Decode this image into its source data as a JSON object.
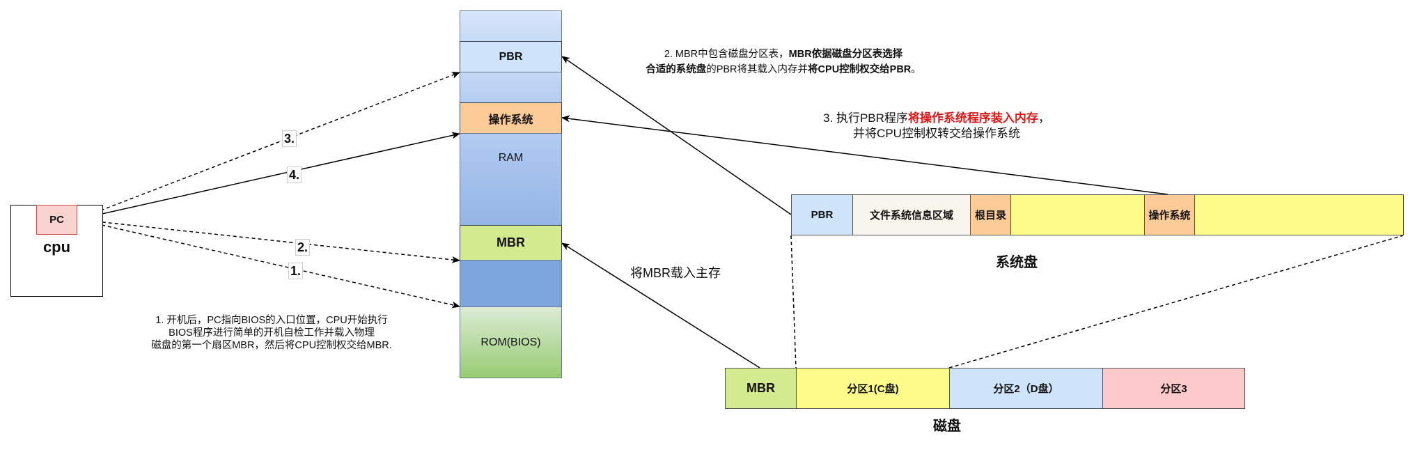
{
  "cpu": {
    "label": "cpu",
    "pc_label": "PC"
  },
  "memory": {
    "pbr": "PBR",
    "os": "操作系统",
    "ram": "RAM",
    "mbr": "MBR",
    "rom": "ROM(BIOS)"
  },
  "steps": {
    "s1": "1.",
    "s2": "2.",
    "s3": "3.",
    "s4": "4."
  },
  "captions": {
    "step1": [
      "1. 开机后，PC指向BIOS的入口位置，CPU开始执行",
      "BIOS程序进行简单的开机自检工作并载入物理",
      "磁盘的第一个扇区MBR，然后将CPU控制权交给MBR."
    ],
    "step2": {
      "l1_normal": "2. MBR中包含磁盘分区表，",
      "l1_bold": "MBR依据磁盘分区表选择",
      "l2_bold_a": "合适的系统盘",
      "l2_normal": "的PBR将其载入内存并",
      "l2_bold_b": "将CPU控制权交给PBR",
      "l2_end": "。"
    },
    "step3": {
      "l1_normal": "3. 执行PBR程序",
      "l1_red": "将操作系统程序装入内存",
      "l1_end": "，",
      "l2": "并将CPU控制权转交给操作系统"
    },
    "load_mbr": "将MBR载入主存"
  },
  "system_disk": {
    "label": "系统盘",
    "segments": [
      "PBR",
      "文件系统信息区域",
      "根目录",
      "",
      "操作系统",
      ""
    ]
  },
  "disk": {
    "label": "磁盘",
    "segments": [
      "MBR",
      "分区1(C盘)",
      "分区2（D盘）",
      "分区3"
    ]
  },
  "colors": {
    "pbr_blue": "#cfe4fb",
    "os_orange": "#fdcb96",
    "mbr_green": "#d4ea8f",
    "fs_beige": "#f8f6ec",
    "yellow": "#fefd8c",
    "partition3_pink": "#fccaca",
    "pc_pink": "#f8d3cf",
    "highlight_red": "#e01616"
  }
}
